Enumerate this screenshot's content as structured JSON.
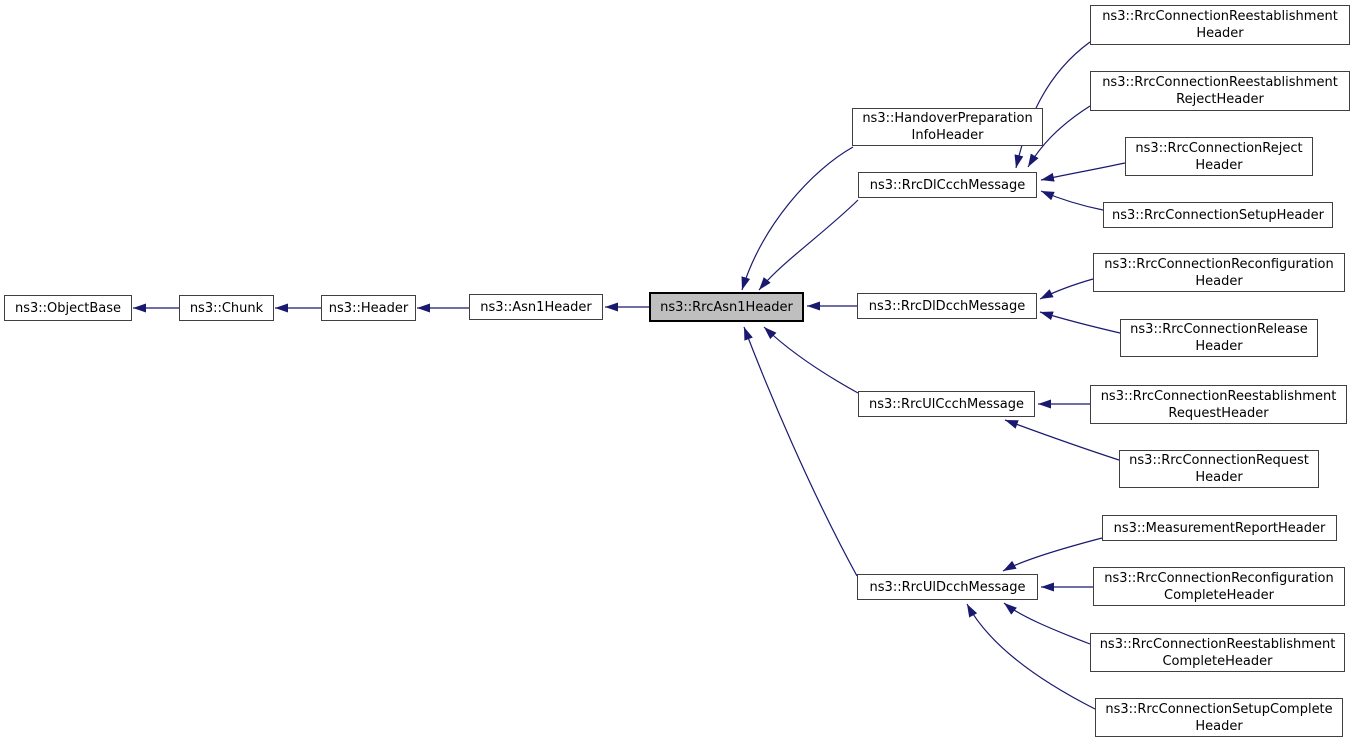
{
  "diagram": {
    "type": "class-inheritance-graph",
    "focus_node": "rrc_asn1_header",
    "colors": {
      "background": "#ffffff",
      "edge": "#191970",
      "node_border": "#404040",
      "node_fill": "#ffffff",
      "highlight_fill": "#bfbfbf",
      "highlight_border": "#000000",
      "text": "#000000"
    }
  },
  "nodes": {
    "object_base": {
      "label": "ns3::ObjectBase"
    },
    "chunk": {
      "label": "ns3::Chunk"
    },
    "header": {
      "label": "ns3::Header"
    },
    "asn1_header": {
      "label": "ns3::Asn1Header"
    },
    "rrc_asn1_header": {
      "label": "ns3::RrcAsn1Header"
    },
    "handover_preparation_info_header": {
      "label": "ns3::HandoverPreparation\nInfoHeader"
    },
    "rrc_dl_ccch_message": {
      "label": "ns3::RrcDlCcchMessage"
    },
    "rrc_dl_dcch_message": {
      "label": "ns3::RrcDlDcchMessage"
    },
    "rrc_ul_ccch_message": {
      "label": "ns3::RrcUlCcchMessage"
    },
    "rrc_ul_dcch_message": {
      "label": "ns3::RrcUlDcchMessage"
    },
    "rrc_connection_reestablishment_header": {
      "label": "ns3::RrcConnectionReestablishment\nHeader"
    },
    "rrc_connection_reestablishment_reject_header": {
      "label": "ns3::RrcConnectionReestablishment\nRejectHeader"
    },
    "rrc_connection_reject_header": {
      "label": "ns3::RrcConnectionReject\nHeader"
    },
    "rrc_connection_setup_header": {
      "label": "ns3::RrcConnectionSetupHeader"
    },
    "rrc_connection_reconfiguration_header": {
      "label": "ns3::RrcConnectionReconfiguration\nHeader"
    },
    "rrc_connection_release_header": {
      "label": "ns3::RrcConnectionRelease\nHeader"
    },
    "rrc_connection_reestablishment_request_header": {
      "label": "ns3::RrcConnectionReestablishment\nRequestHeader"
    },
    "rrc_connection_request_header": {
      "label": "ns3::RrcConnectionRequest\nHeader"
    },
    "measurement_report_header": {
      "label": "ns3::MeasurementReportHeader"
    },
    "rrc_connection_reconfiguration_complete_header": {
      "label": "ns3::RrcConnectionReconfiguration\nCompleteHeader"
    },
    "rrc_connection_reestablishment_complete_header": {
      "label": "ns3::RrcConnectionReestablishment\nCompleteHeader"
    },
    "rrc_connection_setup_complete_header": {
      "label": "ns3::RrcConnectionSetupComplete\nHeader"
    }
  },
  "edges": [
    {
      "from": "chunk",
      "to": "object_base"
    },
    {
      "from": "header",
      "to": "chunk"
    },
    {
      "from": "asn1_header",
      "to": "header"
    },
    {
      "from": "rrc_asn1_header",
      "to": "asn1_header"
    },
    {
      "from": "handover_preparation_info_header",
      "to": "rrc_asn1_header"
    },
    {
      "from": "rrc_dl_ccch_message",
      "to": "rrc_asn1_header"
    },
    {
      "from": "rrc_dl_dcch_message",
      "to": "rrc_asn1_header"
    },
    {
      "from": "rrc_ul_ccch_message",
      "to": "rrc_asn1_header"
    },
    {
      "from": "rrc_ul_dcch_message",
      "to": "rrc_asn1_header"
    },
    {
      "from": "rrc_connection_reestablishment_header",
      "to": "rrc_dl_ccch_message"
    },
    {
      "from": "rrc_connection_reestablishment_reject_header",
      "to": "rrc_dl_ccch_message"
    },
    {
      "from": "rrc_connection_reject_header",
      "to": "rrc_dl_ccch_message"
    },
    {
      "from": "rrc_connection_setup_header",
      "to": "rrc_dl_ccch_message"
    },
    {
      "from": "rrc_connection_reconfiguration_header",
      "to": "rrc_dl_dcch_message"
    },
    {
      "from": "rrc_connection_release_header",
      "to": "rrc_dl_dcch_message"
    },
    {
      "from": "rrc_connection_reestablishment_request_header",
      "to": "rrc_ul_ccch_message"
    },
    {
      "from": "rrc_connection_request_header",
      "to": "rrc_ul_ccch_message"
    },
    {
      "from": "measurement_report_header",
      "to": "rrc_ul_dcch_message"
    },
    {
      "from": "rrc_connection_reconfiguration_complete_header",
      "to": "rrc_ul_dcch_message"
    },
    {
      "from": "rrc_connection_reestablishment_complete_header",
      "to": "rrc_ul_dcch_message"
    },
    {
      "from": "rrc_connection_setup_complete_header",
      "to": "rrc_ul_dcch_message"
    }
  ]
}
